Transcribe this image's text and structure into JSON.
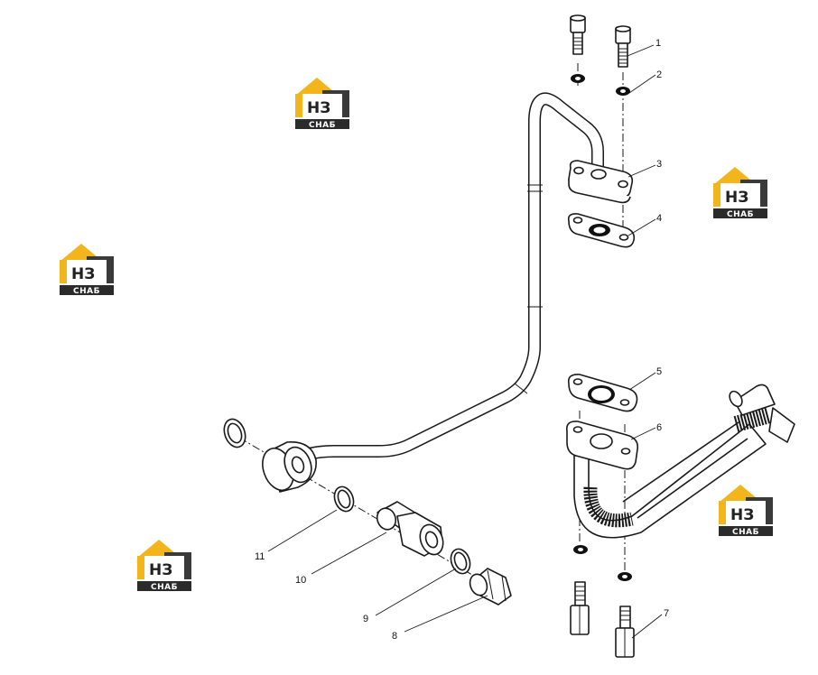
{
  "callouts": [
    "1",
    "2",
    "3",
    "4",
    "5",
    "6",
    "7",
    "8",
    "9",
    "10",
    "11"
  ],
  "watermark": {
    "letters": "НЗ",
    "caption": "СНАБ",
    "accent_color": "#f2b51c",
    "dark_color": "#3a3a3a"
  }
}
